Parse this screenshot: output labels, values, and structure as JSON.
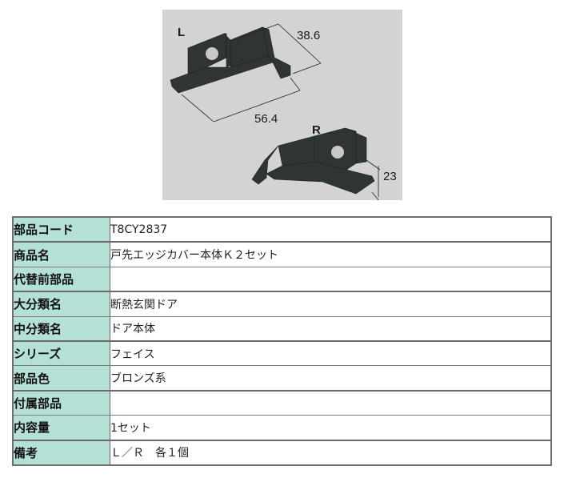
{
  "product_image": {
    "alt": "戸先エッジカバー本体K 2セット L/R",
    "labels": {
      "left": "L",
      "right": "R"
    },
    "dimensions": {
      "depth": "38.6",
      "width": "56.4",
      "height": "23"
    }
  },
  "spec_table": {
    "rows": [
      {
        "key": "部品コード",
        "value": "T8CY2837"
      },
      {
        "key": "商品名",
        "value": "戸先エッジカバー本体Ｋ２セット"
      },
      {
        "key": "代替前部品",
        "value": ""
      },
      {
        "key": "大分類名",
        "value": "断熱玄関ドア"
      },
      {
        "key": "中分類名",
        "value": "ドア本体"
      },
      {
        "key": "シリーズ",
        "value": "フェイス"
      },
      {
        "key": "部品色",
        "value": "ブロンズ系"
      },
      {
        "key": "付属部品",
        "value": ""
      },
      {
        "key": "内容量",
        "value": "1セット"
      },
      {
        "key": "備考",
        "value": "Ｌ／Ｒ　各１個"
      }
    ]
  },
  "colors": {
    "label_bg": "#b4e0d8",
    "photo_bg": "#d3d3d3",
    "part_color": "#2e3433"
  }
}
